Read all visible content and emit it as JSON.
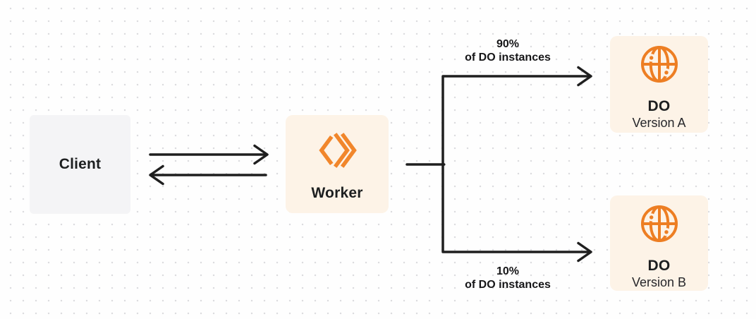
{
  "nodes": {
    "client": {
      "label": "Client"
    },
    "worker": {
      "label": "Worker"
    },
    "do_version_a": {
      "title": "DO",
      "subtitle": "Version A"
    },
    "do_version_b": {
      "title": "DO",
      "subtitle": "Version B"
    }
  },
  "edge_labels": {
    "top": {
      "percent": "90%",
      "caption": "of DO instances"
    },
    "bottom": {
      "percent": "10%",
      "caption": "of DO instances"
    }
  },
  "colors": {
    "accent_orange": "#F1862B",
    "globe_orange": "#ED7E23",
    "card_cream": "#FDF3E7",
    "card_gray": "#F4F4F6",
    "arrow_dark": "#1F1F1F",
    "text_dark": "#1D1F20",
    "dot_grid_gray": "#DCDCDF"
  },
  "icons": {
    "worker_icon": "workers-chevrons-icon",
    "do_icon": "globe-icon"
  }
}
